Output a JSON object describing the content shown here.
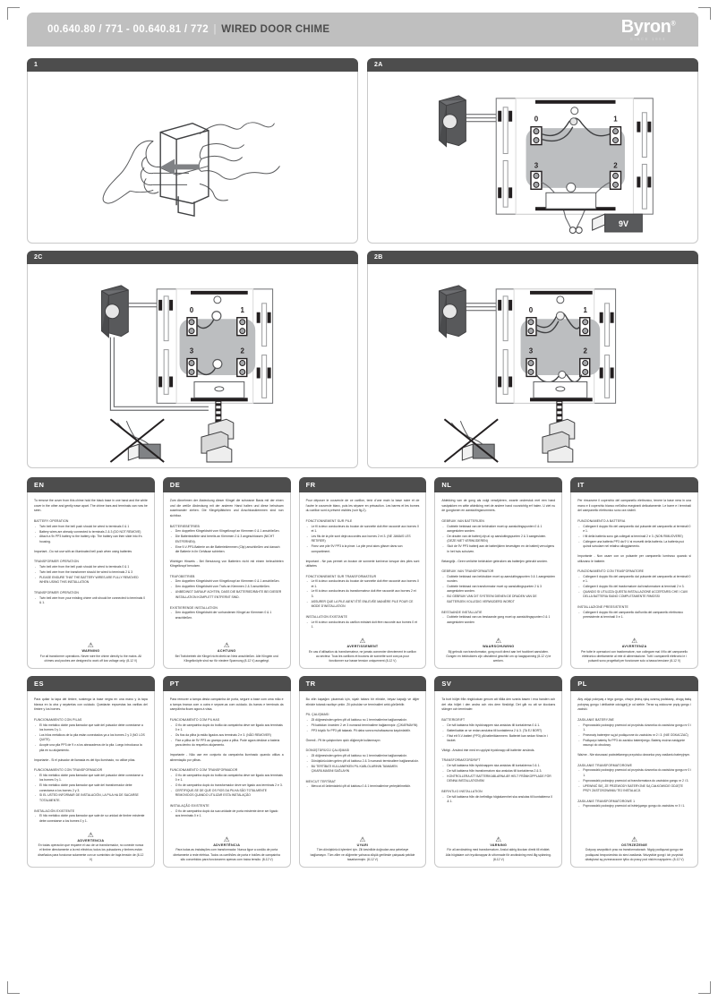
{
  "header": {
    "product_codes": "00.640.80 / 771 - 00.640.81 / 772",
    "separator": "|",
    "product_name": "WIRED DOOR CHIME",
    "brand": "Byron",
    "brand_reg": "®",
    "brand_tagline": "Since 1964",
    "bg_color": "#bfbfbf",
    "title_color": "#4d4d4d"
  },
  "diagrams": [
    {
      "label": "1",
      "terminals": []
    },
    {
      "label": "2A",
      "terminals": [
        "0",
        "1",
        "3",
        "2"
      ],
      "battery_label": "9V"
    },
    {
      "label": "2C",
      "terminals": [
        "0",
        "1",
        "3",
        "2"
      ]
    },
    {
      "label": "2B",
      "terminals": [
        "0",
        "1",
        "3",
        "2"
      ]
    }
  ],
  "languages": [
    {
      "code": "EN",
      "intro": "To remove the cover from this chime hold the black base in one hand and the white cover in the other and gently ease apart. The chime bars and terminals can now be seen.",
      "sections": [
        {
          "title": "BATTERY OPERATION",
          "bullets": [
            "Twin bell wire from the bell push should be wired to terminals 0 & 1",
            "Battery wires are already connected to terminals 2 & 3  (DO NOT REMOVE)",
            "Attach a 9v PP3 battery to the battery clip. The battery can then slide into it’s housing."
          ]
        }
      ],
      "note": "Important - Do not use with an illuminated bell push when using batteries",
      "sections2": [
        {
          "title": "TRANSFORMER OPERATION",
          "bullets": [
            "Twin bell wire from the bell push should be wired to terminals 0 & 1",
            "Twin bell wire from the transformer should be wired to terminals 2 & 3",
            "PLEASE ENSURE THAT THE BATTERY WIRES ARE FULLY REMOVED WHEN USING THIS INSTALLATION"
          ]
        },
        {
          "title": "TRANSFORMER OPERATION",
          "bullets": [
            "Twin bell wire from your existing chime unit  should be connected to terminals 0 & 1."
          ]
        }
      ],
      "warning_title": "WARNING",
      "warning_text": "For all transformer operations. Never wire the chime directly to the mains. All chimes and pushes are designed to work off low voltage only. (8-12 V)"
    },
    {
      "code": "DE",
      "intro": "Zum Abnehmen der Abdeckung dieser Klingel die schwarze Basis mit der einen und die weiße Abdeckung mit der anderen Hand halten und diese behutsam auseinander ziehen. Die Klingelplättchen und Anschlussklemmen sind nun sichtbar.",
      "sections": [
        {
          "title": "BATTERIEBETRIEB",
          "bullets": [
            "Den doppelten Klingeldraht vom Klingelknopf an Klemmen 0 & 1 anschließen.",
            "Die Batteriedrähte sind bereits an Klemmen 2 & 3 angeschlossen (NICHT ENTFERNEN).",
            "Eine 9-V-PP3-Batterie an die Batterieklemmen (Clip) anschließen und danach die Batterie in ihr Gehäuse schieben."
          ]
        }
      ],
      "note": "Wichtiger Hinweis - Bei Benutzung von Batterien nicht mit einem beleuchteten Klingelknopf benutzen.",
      "sections2": [
        {
          "title": "TRAFOBETRIEB",
          "bullets": [
            "Den doppelten Klingeldraht vom Klingelknopf an Klemmen 0 & 1 anschließen.",
            "Den doppelten Klingeldraht vom Trafo an Klemmen 2 & 3 anschließen.",
            "UNBEDINGT DARAUF ACHTEN, DASS DIE BATTERIEDRÄHTE BEI DIESER INSTALLATION KOMPLETT ENTFERNT SIND."
          ]
        },
        {
          "title": "EXISTIERENDE INSTALLATION",
          "bullets": [
            "Den doppelten Klingeldraht der vorhandenen Klingel an Klemmen 0 & 1 anschließen."
          ]
        }
      ],
      "warning_title": "ACHTUNG",
      "warning_text": "Bei Trafobetrieb die Klingel nicht direkt an Netz anschließen. Alle Klingeln und Klingelknöpfe sind nur für niedere Spannung (8-12 V) ausgelegt."
    },
    {
      "code": "FR",
      "intro": "Pour déposer le couvercle de ce carillon, tenir d’une main la base noire et de l’autre le couvercle blanc, puis les séparer en précaution. Les barres et les bornes du carillon sont à présent visibles (voir fig.2).",
      "sections": [
        {
          "title": "FONCTIONNEMENT SUR PILE",
          "bullets": [
            "Le fil à deux conducteurs du bouton de sonnette doit être raccordé aux bornes 0 et 1.",
            "Les fils de la pile sont déjà raccordés aux bornes 2 et 3. (NE JAMAIS LES RETIRER)",
            "Fixez une pile 9V PP3 à la pince. La pile peut alors glisser dans son compartiment."
          ]
        }
      ],
      "note": "Important - Ne pas permet un bouton de sonnerie lumineux lorsque des piles sont utilisées",
      "sections2": [
        {
          "title": "FONCTIONNEMENT SUR TRANSFORMATEUR",
          "bullets": [
            "Le fil à deux conducteurs du bouton de sonnette doit être raccordé aux bornes 0 et 1.",
            "Le fil à deux conducteurs du transformateur doit être raccordé aux bornes 2 et 3.",
            "ASSURER QUE LA PILE AIENT ÉTÉ ENLEVÉE MANIÈRE PILE POUR CE MODE D’INSTALLATION"
          ]
        },
        {
          "title": "INSTALLATION EXISTANTE",
          "bullets": [
            "Le fil à deux conducteurs du carillon existant doit être raccordé aux bornes 0 et 1."
          ]
        }
      ],
      "warning_title": "AVERTISSEMENT",
      "warning_text": "En cas d’utilisation du transformateur, ne jamais connecter directement le carillon au secteur. Tous les carillons et boutons de sonnette sont conçus pour fonctionner sur basse tension uniquement (8-12 V)"
    },
    {
      "code": "NL",
      "intro": "Afdekking van de gong als volgt verwijderen, zwarte onderstuk met een hand vastpakken en witte afdekking met de andere hand voorzichtig erf halen. U ziet nu de gongtonen en aansluitingsnummers.",
      "sections": [
        {
          "title": "GEBRUIK VAN BATTERIJEN",
          "bullets": [
            "Dubbele beldraad van de beldrukker moet op aansluitingspunten 0 & 1 aangesloten worden.",
            "De draden van de batterij zijn al op aansluitingspunten 2 & 3 aangesloten. (DEZE NIET VERWIJDEREN)",
            "Sluit de 9V PP3 batterij aan de batterijklem bevestigen en de batterij vervolgens in het huis schuiven."
          ]
        }
      ],
      "note": "Belangrijk - Geen verlichte beldrukker gebruiken als batterijen gebruikt worden.",
      "sections2": [
        {
          "title": "GEBRUIK VAN TRANSFORMATOR",
          "bullets": [
            "Dubbele beldraad van beldrukker moet op aansluitingspunten 0 & 1 aangesloten worden.",
            "Dubbele beldraad van transformator moet op aansluitingspunten 2 & 3 aangesloten worden.",
            "BIJ GEBRUIK VAN DIT SYSTEEM DIENEN DE DRADEN VAN DE BATTERIJEN VOLLEDIG VERWIJDERD WORDT"
          ]
        },
        {
          "title": "BESTAANDE INSTALLATIE",
          "bullets": [
            "Dubbele beldraad van uw bestaande gong moet op aansluitingspunten 0 & 1 aangesloten worden"
          ]
        }
      ],
      "warning_title": "WAARSCHUWING",
      "warning_text": "Bij gebruik van transformator, gong nooit direct aan het hoofdnet aansluiten. Gongen en beldrukkers zijn uitsluitend geschikt om op laagspanning (8-12 v) te werken."
    },
    {
      "code": "IT",
      "intro": "Per rimuovere il coperchio del campanello elettronico, tenere la base nera in una mano e il coperchio bianco nell’altra esegiranti delicatamente. Le barre e i terminali del campanello elettronico sono ora visibili.",
      "sections": [
        {
          "title": "FUNZIONAMENTO A BATTERIA",
          "bullets": [
            "Collegare il doppio filo del campanello dal pulsante del campanello ai terminali 0 e 1.",
            "I fili della batteria sono già collegati ai terminali 2 e 3. (NON RIMUOVERE)",
            "Collegare una batteria PP3 da 9 V ai morsetti della batteria. La batteria può quindi scivolare nel relativo alloggiamento."
          ]
        }
      ],
      "note": "Importante - Non usare con un pulsante per campanello luminoso quando si utilizzano le batterie.",
      "sections2": [
        {
          "title": "FUNZIONAMENTO CON TRASFORMATORE",
          "bullets": [
            "Collegare il doppio filo del campanello dal pulsante del campanello ai terminali 0 e 1.",
            "Collegare il doppio filo del trasformatore dal trasformatore ai terminali 2 e 3.",
            "QUANDO SI UTILIZZA QUESTA INSTALLAZIONE ACCERTARSI CHE I CAVI DELLA BATTERIA SIANO COMPLETAMENTE RIMOSSI"
          ]
        },
        {
          "title": "INSTALLAZIONE PREESISTENTE",
          "bullets": [
            "Collegare il doppio filo del campanello dall’unità del campanello elettronico preesistente ai terminali 0 e 1."
          ]
        }
      ],
      "warning_title": "AVVERTENZA",
      "warning_text": "Per tutte le operazioni con trasformatore, non collegare mai il filo del campanello elettronico direttamente al rete di alimentazione. Tutti i campanelli elettronici e i pulsanti sono progettati per funzionare solo a bassa tensione (8-12 V)"
    }
  ],
  "languages2": [
    {
      "code": "ES",
      "intro": "Para quitar la tapa del timbre, sostenga la base negra en una mano y la tapa blanca en la otra y sepárelas con cuidado. Quedarán expuestas las varillas del timbre y los bornes.",
      "sections": [
        {
          "title": "FUNCIONAMIENTO CON PILAS",
          "bullets": [
            "El hilo metálico doble para llamador que sale del pulsador debe conectarse a los bornes 0 y 1.",
            "Los hilos metálicos de la pila están conectados ya a los bornes 2 y 3 (NO LOS QUITE).",
            "Acople una pila PP3 de 9 v a los abrazaderos de la pila. Luego introduzca la pila en su alojamiento."
          ]
        }
      ],
      "note": "Importante - Si el pulsador de llamada es del tipo iluminado, no utilice pilas.",
      "sections2": [
        {
          "title": "FUNCIONAMIENTO CON TRANSFORMADOR",
          "bullets": [
            "El hilo metálico doble para llamador que sale del pulsador debe conectarse a los bornes 0 y 1.",
            "El hilo metálico doble para llamador que sale del transformador debe conectarse a los bornes 2 y 3.",
            "SI EL USTED INFORMAR DE INSTALACIÓN, LA PILA HA DE SACARSE TOTALMENTE."
          ]
        },
        {
          "title": "INSTALACIÓN EXISTENTE",
          "bullets": [
            "El hilo metálico doble para llamador que sale de su unidad de timbre existente debe conectarse a los bornes 0 y 1."
          ]
        }
      ],
      "warning_title": "ADVERTENCIA",
      "warning_text": "En todas operación que requiere el uso de un transformador, no conecte nunca el timbre directamente a la red eléctrica; todos los pulsadores y timbres están diseñados para funcionar solamente con un suministro de baja tensión de (8-12 V)"
    },
    {
      "code": "PT",
      "intro": "Para remover a tampa desta campainha de porta, segure a base com uma mão e a tampa branca com a outra e separe-as com cuidado. As barras e terminais da campãinha ficam agora à vista.",
      "sections": [
        {
          "title": "FUNCIONAMENTO COM PILHAS",
          "bullets": [
            "O fio de campainha duplo do botão da campainha deve ser ligado aos terminais 0 e 1.",
            "Os fios da pilha já estão ligados aos terminais 2 e 3. (NÃO REMOVER)",
            "Fixe a pilha de 9V PP3 ao grampo para a pilha. Pode agora deslizar a bateria para dentro do respetivo alojamento."
          ]
        }
      ],
      "note": "Importante - Não use em conjunto da campainha iluminado quando utiliza a alimentação por pilhas.",
      "sections2": [
        {
          "title": "FUNCIONAMENTO COM TRANSFORMADOR",
          "bullets": [
            "O fio de campainha duplo do botão da campainha deve ser ligado aos terminais 0 e 1.",
            "O fio de campainha duplo do transformador deve ser ligado aos terminais 2 e 3.",
            "CERTIFIQUE-SE DE QUE OS FIOS DA PILHA SÃO TOTALMENTE REMOVIDOS QUANDO UTILIZAR ESTA INSTALAÇÃO"
          ]
        },
        {
          "title": "INSTALAÇÃO EXISTENTE",
          "bullets": [
            "O fio de campainha duplo da sua unidade de porta existente deve ser ligado aos terminais 0 e 1."
          ]
        }
      ],
      "warning_title": "ADVERTÊNCIA",
      "warning_text": "Para todas as instalações com transformador. Nunca ligue a cordão de porta diretamente à rede elétrica. Todos os carrilhões de porta e botões de campainha são concebidos para funcionarem apenas com baixa tensão. (8-12 V)"
    },
    {
      "code": "TR",
      "intro": "Bu zilin kapağını çıkarmak için, siyah tabanı bir elinizle, beyaz kapağı ve diğer elinizle tutarak nazikçe çekin. Zil çubukları ve terminalleri artık görülebilir.",
      "sections": [
        {
          "title": "PIL ÇALIŞMASI",
          "bullets": [
            "Zil düğmesinden gelen çift zil kablosu no 1 terminallerine bağlanmalıdır.",
            "Pil kabloları önceden 2 ve 3 numaralı terminallere bağlanmıştır. (ÇIKARMAYIN)",
            "PP3 büyük 9v PP3 pili takarak. Pil daha sonra muhafazasına kaydırılabilir."
          ]
        }
      ],
      "note": "Önemli - Pil ile çalıştırırken ışıklı düğmeyle kullanmayın",
      "sections2": [
        {
          "title": "DONÜŞTÜRÜCÜ ÇALIŞMASI",
          "bullets": [
            "Zil düğmesinden gelen çift zil kablosu no 1 terminallerine bağlanmalıdır.",
            "Dönüştürücüden gelen çift zil kablosu 2 & 3 numaralı terminallere bağlanmalıdır.",
            "BU TERTİBATI KULLANIRKEN PIL KABLOLARININ TAMAMEN ÇIKARILMASINI SAĞLAYIN"
          ]
        },
        {
          "title": "MEVCUT TERTİBAT",
          "bullets": [
            "Mevcut zil ünitenizdeki çift zil kablosu 0 & 1 terminallerine yerleştirilmelidir."
          ]
        }
      ],
      "warning_title": "UYARI",
      "warning_text": "Tüm dönüştürücü işlemleri için. Zili kesinlikle doğrudan ana şebekeye bağlamayın. Tüm ziller ve düğmeler yalnızca düşük gerilimde çalışacak şekilde tasarlanmıştır. (8-12 V)"
    },
    {
      "code": "SV",
      "intro": "Ta bort höljet från ringklockan genom att hålla den svarta basen i ena handen och det vita höljet i den andra och vira dem försiktigt. Det går nu att se klockans stänger och terminaler.",
      "sections": [
        {
          "title": "BATTERIDRIFT",
          "bullets": [
            "De två kablarna från tryckknappen ska anslutas till kontaktema 0 & 1.",
            "Batterikablar ar se redan anslutna till kontakterna 2 & 3. (TA EJ BORT)",
            "Fäst ett 9-V-batteri (PP3) på batteriklammern. Batteriet kan sedan föras in i facket."
          ]
        }
      ],
      "note": "Viktigt - Använd inte med en upplyst tryckknapp då batterier används.",
      "sections2": [
        {
          "title": "TRANSFORMATORDRIFT",
          "bullets": [
            "De två kablarna från tryckknappen ska anslutas till kontakterna 0 & 1.",
            "De två kablarna från transformatorn ska anslutas till kontakterna 2 & 3.",
            "KONTROLLERA ATT BATTERIKABLARNA ÄR HELT FRÅNKOPPLADE FÖR DENNA INSTALLATIONSM"
          ]
        },
        {
          "title": "BEFINTLIG INSTALLATION",
          "bullets": [
            "De två kablarna från din befintliga högtalarenhet ska anslutas till kontakterna 0 & 1."
          ]
        }
      ],
      "warning_title": "VARNING",
      "warning_text": "För all användning med transformatorn. Anslut aldrig klockan direkt till elnätet. Alla högtalare och tryckknappar är utformade för användning med låg spänning. (8-12 V)"
    },
    {
      "code": "PL",
      "intro": "Aby zdjąć pokrywę z tego gongu, chwyć jedną ręką czarną podstawę, drugą białą pokrywę gongu i delikatnie odciągnij je od siebie. Teraz są widoczne pręty gongu i zaciski.",
      "sections": [
        {
          "title": "ZASILANIE BATERYJNE",
          "bullets": [
            "Poprowadzić podwojny przewód od przycisku dzwonka do zacisków gongu nr 0 i 1.",
            "Przewody baterejne są jut podłączone do zacisków nr 2 i 3. (NIE ODKACZAĆ)",
            "Podłączyć baterię 9v PP3 do zacisku baterejnego. Baterię można następnie wsunąć do obudowy."
          ]
        }
      ],
      "note": "Ważne - Nie stosować podwietlanego przycisku dzwonka przy zasilaniu bateryjnym.",
      "sections2": [
        {
          "title": "ZASILANIE TRANSFORMATOROWE",
          "bullets": [
            "Poprowadzić podwojny przewód od przycisku dzwonka do zacisków gongu nr 0 i 1.",
            "Poprowadzić podwojny przewód od transformatora do zacisków gongu nr 2 i 3.",
            "UPEWNIĆ SIĘ, ŻE PRZEWODY BATERYJNE SĄ CAŁKOWICIE ODJĘTE PRZY ZASTOSOWANIU TEJ INSTALACJI."
          ]
        },
        {
          "title": "ZASILANIE TRANSFORMATOROWE 1",
          "bullets": [
            "Poprowadzić podwojny przewód od istniejącego gongu do zacisków nr 0 i 1."
          ]
        }
      ],
      "warning_title": "OSTRZEŻENIE",
      "warning_text": "Dotyczy wszystkich prac na transformatorach. Nigdy podłączać gongu nie podłączać bezpośrednio do sieci zasilania. Wszystkie gongi i ich przyciski dźwiękowi są przeznaczone tylko do pracy pod niskim napięciem. (8-12 V)"
    }
  ]
}
